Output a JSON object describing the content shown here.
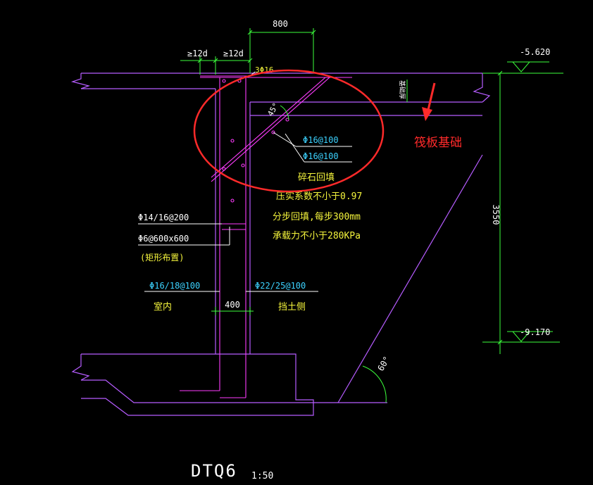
{
  "colors": {
    "background": "#000000",
    "outline": "#b65cff",
    "rebar": "#ff3cff",
    "dim": "#3cff3c",
    "white": "#ffffff",
    "yellow": "#f5f53c",
    "cyan": "#3cd2ff",
    "annotation": "#ff2a2a"
  },
  "dimensions": {
    "top_width": "800",
    "anchor_left": "≥12d",
    "anchor_right": "≥12d",
    "wall_thickness": "400",
    "height": "3550",
    "slope_angle": "60°",
    "small_angle": "45°"
  },
  "elevations": {
    "top": "-5.620",
    "bottom": "-9.170"
  },
  "labels": {
    "top_bars": "3Φ16",
    "raft_thickness": "基础厚",
    "bar1": "Φ16@100",
    "bar2": "Φ16@100",
    "fill_title": "碎石回填",
    "fill_line1": "压实系数不小于0.97",
    "fill_line2": "分步回填,每步300mm",
    "fill_line3": "承载力不小于280KPa",
    "horizontal_bars": "Φ14/16@200",
    "tie_bars": "Φ6@600x600",
    "tie_note": "(矩形布置)",
    "inner_bars": "Φ16/18@100",
    "inner_side": "室内",
    "outer_bars": "Φ22/25@100",
    "outer_side": "挡土侧"
  },
  "annotation": {
    "text": "筏板基础"
  },
  "title": {
    "name": "DTQ6",
    "scale": "1:50"
  }
}
